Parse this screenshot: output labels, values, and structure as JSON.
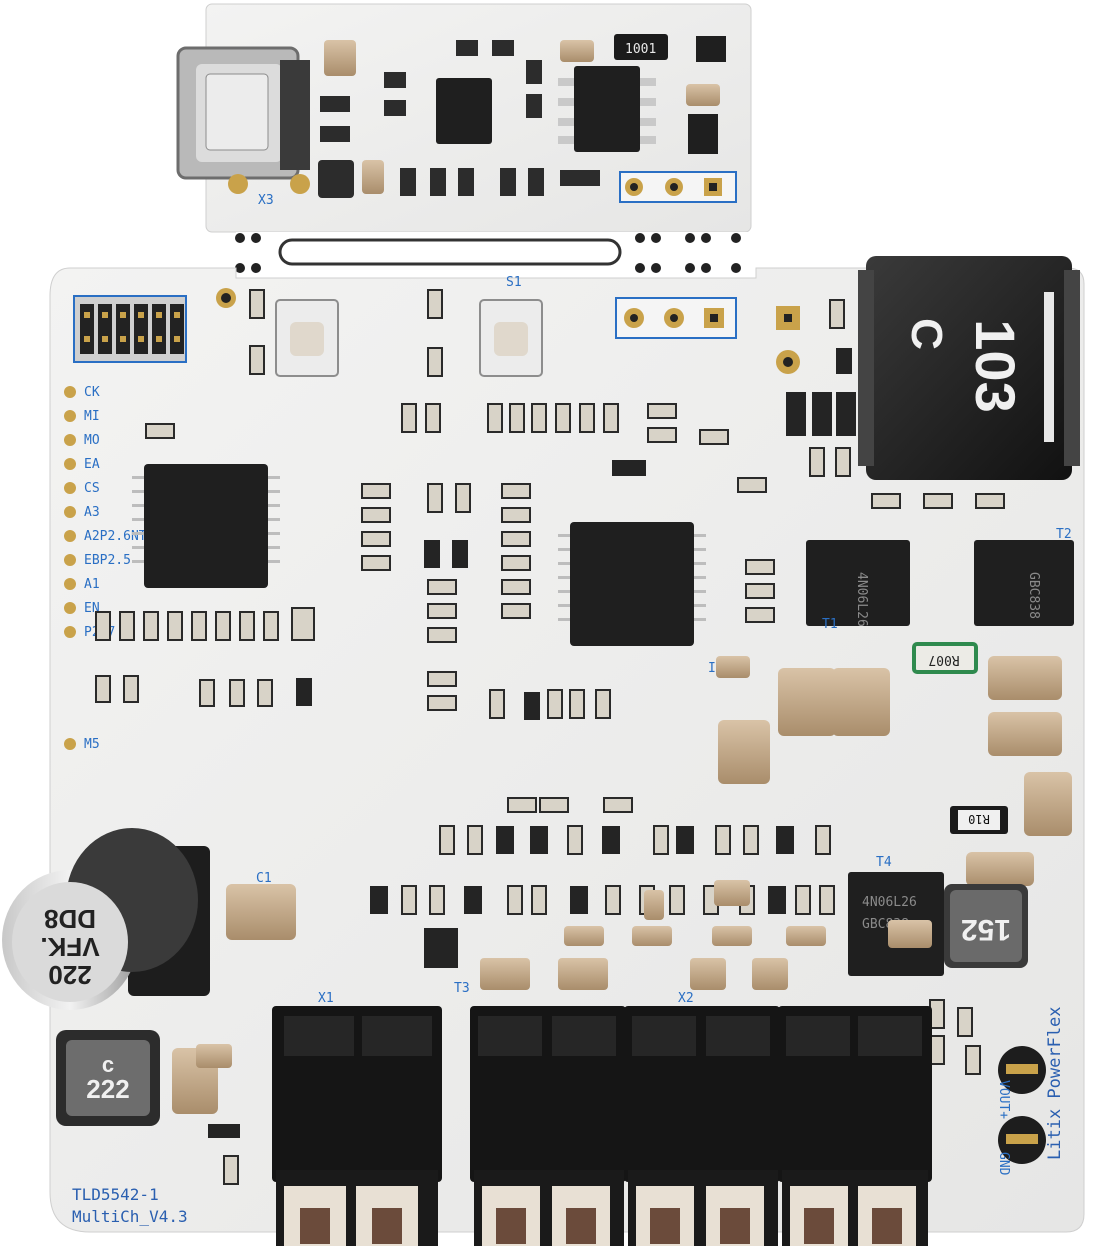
{
  "board": {
    "name": "TLD5542-1",
    "version": "MultiCh_V4.3",
    "brand": "Litix PowerFlex",
    "pins": [
      "CK",
      "MI",
      "MO",
      "EA",
      "CS",
      "A3",
      "A2P2.6NT",
      "EBP2.5",
      "A1",
      "EN",
      "P2.7",
      "M5"
    ]
  },
  "components": {
    "inductor_main": "103",
    "inductor_mid": "152",
    "inductor_small": "222",
    "electrolytic": [
      "220",
      "VFK.",
      "DD8"
    ],
    "mosfet_marking": [
      "4N06L26",
      "GBC838"
    ],
    "shunt_1": "R007",
    "shunt_2": "R10",
    "resistor_top": "1001"
  },
  "labels": {
    "vout_plus": "VOUT+",
    "gnd": "GND",
    "connector_x3": "X3",
    "x1": "X1",
    "x2": "X2",
    "t1": "T1",
    "t2": "T2",
    "t3": "T3",
    "t4": "T4",
    "ic1": "IC1",
    "c1": "C1",
    "s1": "S1"
  },
  "colors": {
    "pcb": "#efefee",
    "silkscreen": "#2a6fc4",
    "chip": "#1f1f1f",
    "connector": "#151515",
    "pad": "#c9a24a"
  }
}
